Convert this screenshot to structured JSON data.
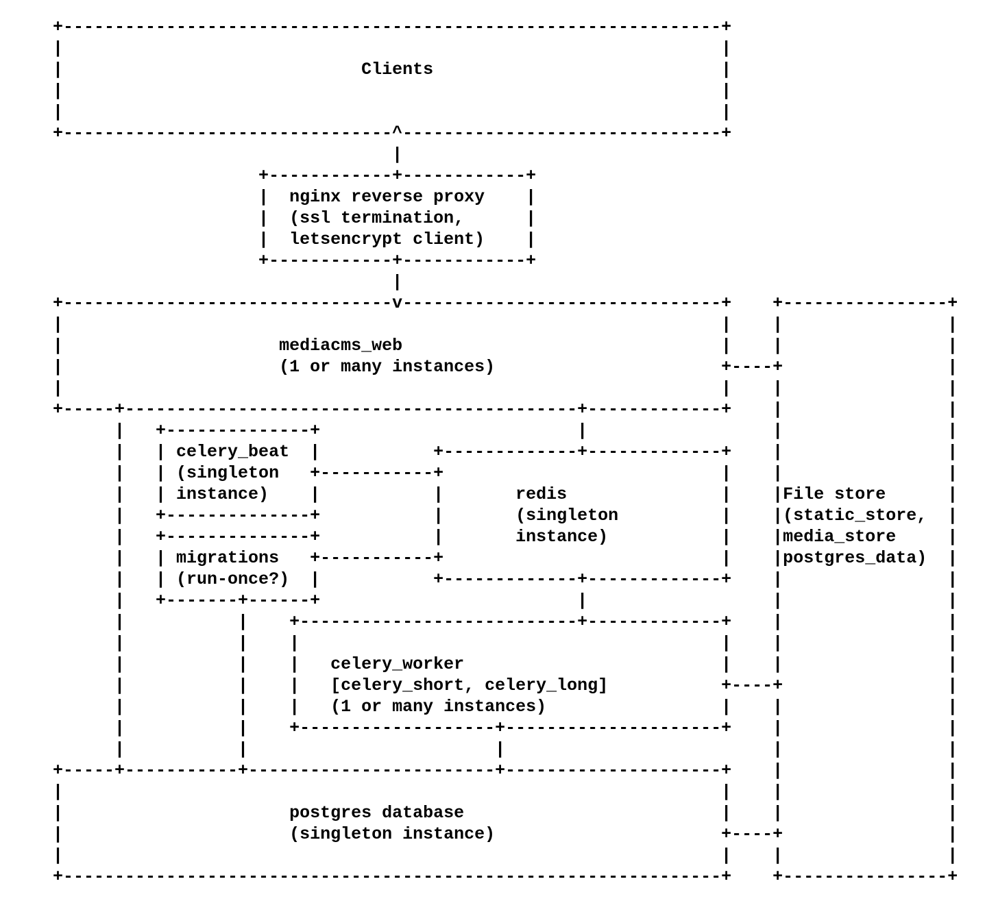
{
  "page": {
    "background": "#ffffff",
    "text_color": "#000000"
  },
  "diagram": {
    "nodes": [
      {
        "name": "Clients",
        "detail": ""
      },
      {
        "name": "nginx reverse proxy",
        "detail": "(ssl termination, letsencrypt client)"
      },
      {
        "name": "mediacms_web",
        "detail": "(1 or many instances)"
      },
      {
        "name": "celery_beat",
        "detail": "(singleton instance)"
      },
      {
        "name": "migrations",
        "detail": "(run-once?)"
      },
      {
        "name": "redis",
        "detail": "(singleton instance)"
      },
      {
        "name": "celery_worker",
        "detail": "[celery_short, celery_long] (1 or many instances)"
      },
      {
        "name": "postgres database",
        "detail": "(singleton instance)"
      },
      {
        "name": "File store",
        "detail": "(static_store, media_store postgres_data)"
      }
    ],
    "lines": [
      "     +----------------------------------------------------------------+",
      "     |                                                                |",
      "     |                             Clients                            |",
      "     |                                                                |",
      "     |                                                                |",
      "     +--------------------------------^-------------------------------+",
      "                                      |",
      "                         +------------+------------+",
      "                         |  nginx reverse proxy    |",
      "                         |  (ssl termination,      |",
      "                         |  letsencrypt client)    |",
      "                         +------------+------------+",
      "                                      |",
      "     +--------------------------------v-------------------------------+    +----------------+",
      "     |                                                                |    |                |",
      "     |                     mediacms_web                               |    |                |",
      "     |                     (1 or many instances)                      +----+                |",
      "     |                                                                |    |                |",
      "     +-----+--------------------------------------------+-------------+    |                |",
      "           |   +--------------+                         |                  |                |",
      "           |   | celery_beat  |           +-------------+-------------+    |                |",
      "           |   | (singleton   +-----------+                           |    |                |",
      "           |   | instance)    |           |       redis               |    |File store      |",
      "           |   +--------------+           |       (singleton          |    |(static_store,  |",
      "           |   +--------------+           |       instance)           |    |media_store     |",
      "           |   | migrations   +-----------+                           |    |postgres_data)  |",
      "           |   | (run-once?)  |           +-------------+-------------+    |                |",
      "           |   +-------+------+                         |                  |                |",
      "           |           |    +---------------------------+-------------+    |                |",
      "           |           |    |                                         |    |                |",
      "           |           |    |   celery_worker                         |    |                |",
      "           |           |    |   [celery_short, celery_long]           +----+                |",
      "           |           |    |   (1 or many instances)                 |    |                |",
      "           |           |    +-------------------+---------------------+    |                |",
      "           |           |                        |                          |                |",
      "     +-----+-----------+------------------------+---------------------+    |                |",
      "     |                                                                |    |                |",
      "     |                      postgres database                         |    |                |",
      "     |                      (singleton instance)                      +----+                |",
      "     |                                                                |    |                |",
      "     +----------------------------------------------------------------+    +----------------+"
    ]
  }
}
